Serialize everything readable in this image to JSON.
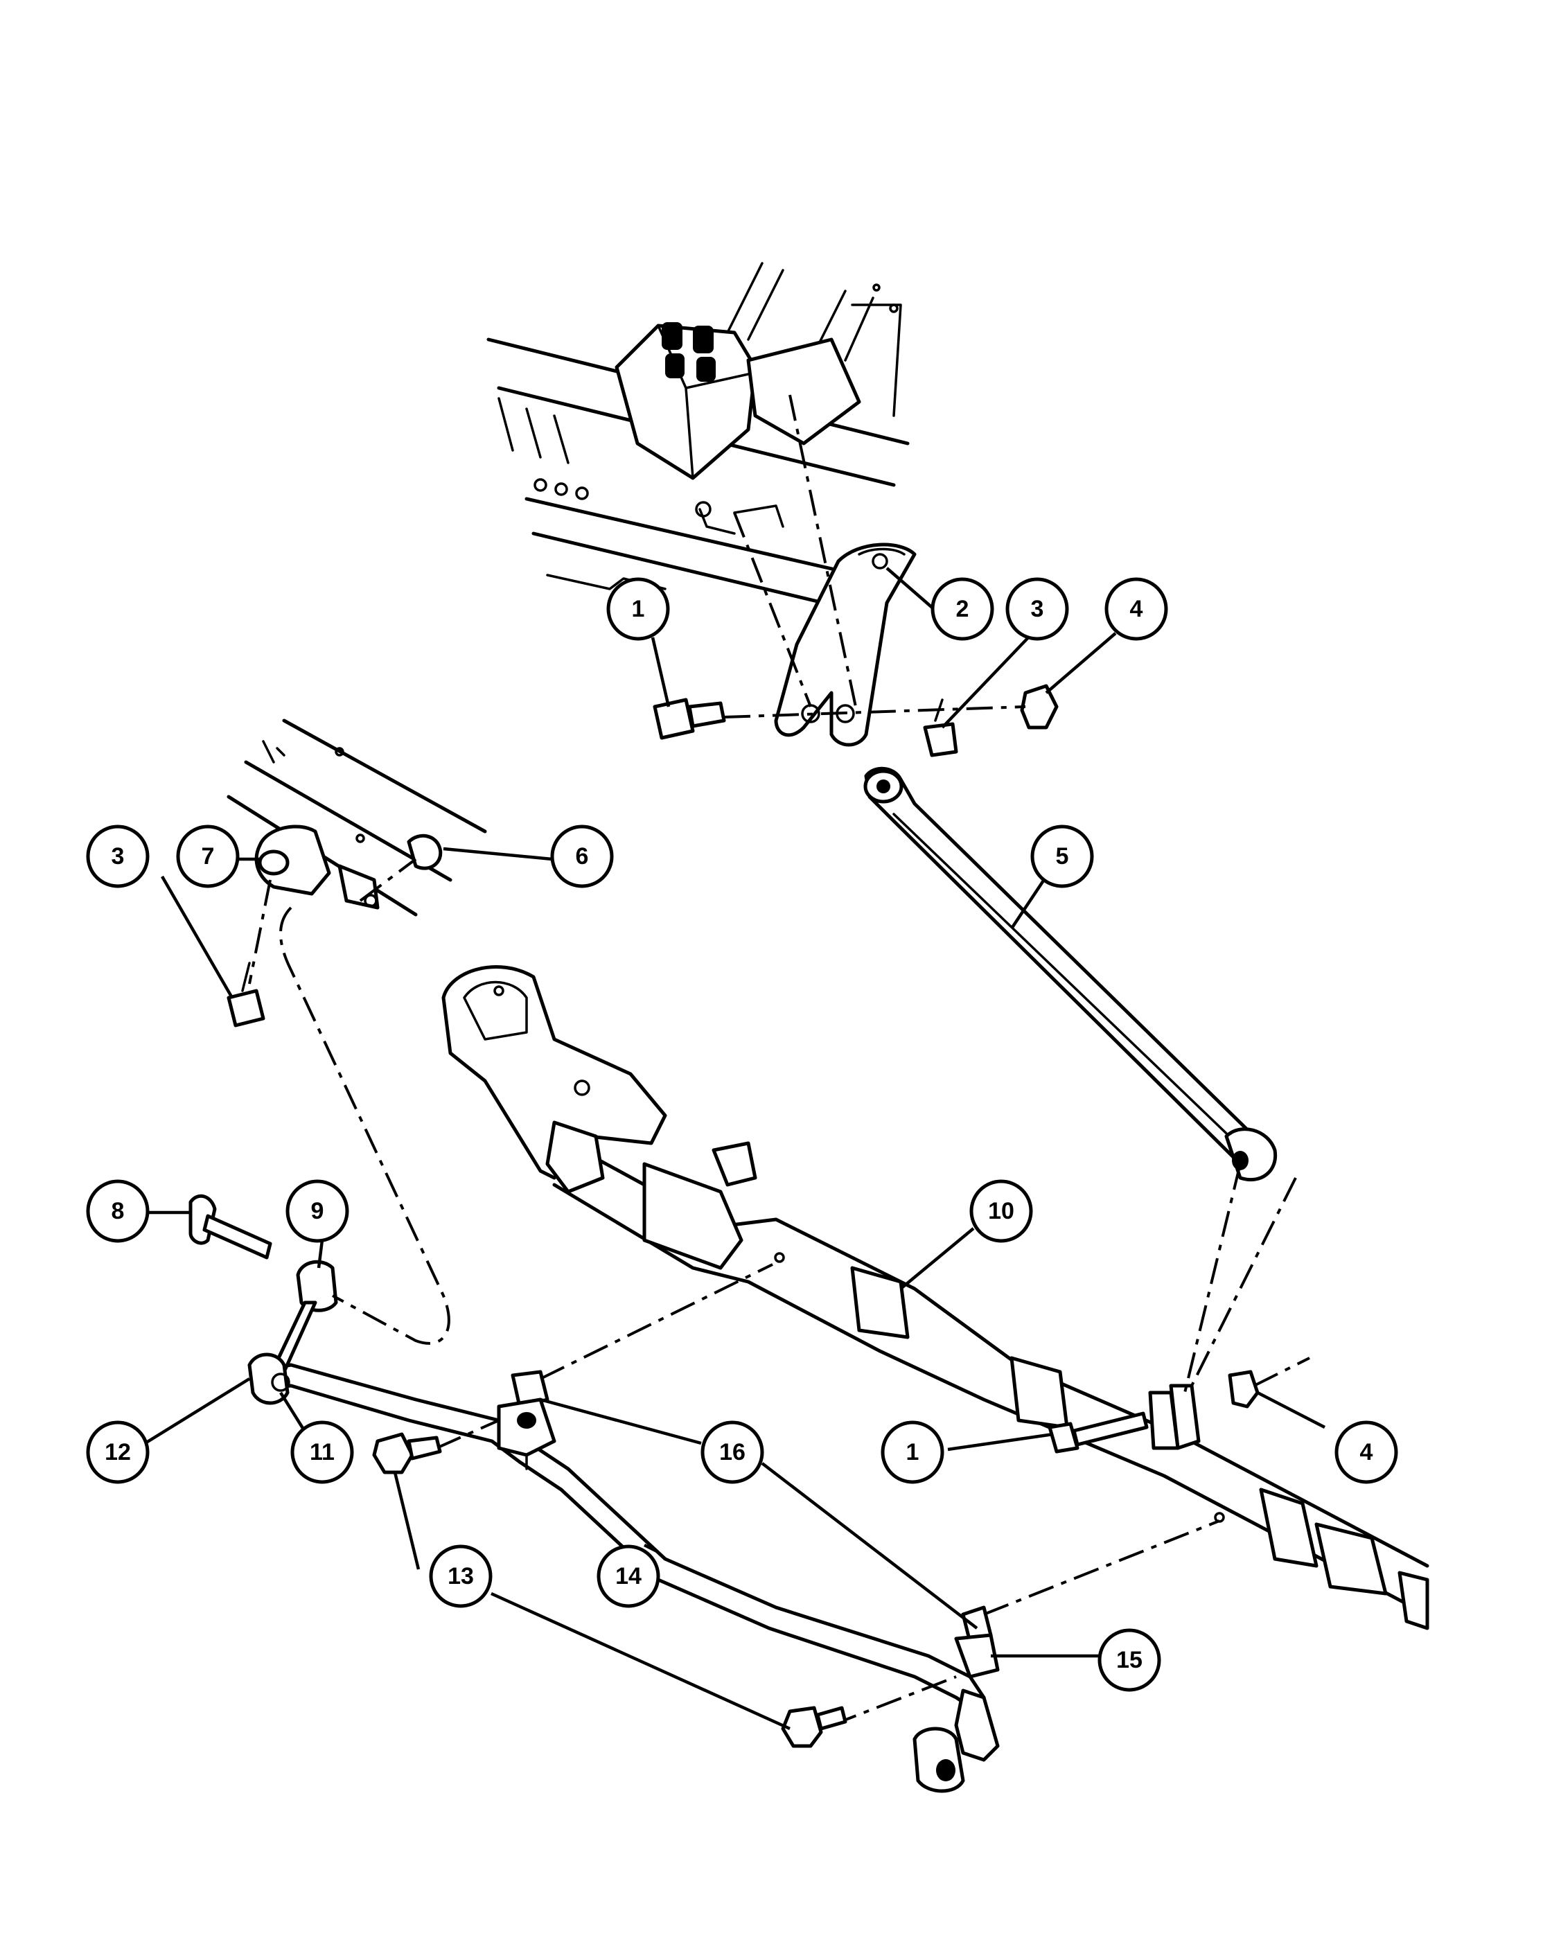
{
  "callouts": [
    {
      "id": "c1a",
      "label": "1"
    },
    {
      "id": "c2",
      "label": "2"
    },
    {
      "id": "c3a",
      "label": "3"
    },
    {
      "id": "c4a",
      "label": "4"
    },
    {
      "id": "c3b",
      "label": "3"
    },
    {
      "id": "c7",
      "label": "7"
    },
    {
      "id": "c6",
      "label": "6"
    },
    {
      "id": "c5",
      "label": "5"
    },
    {
      "id": "c8",
      "label": "8"
    },
    {
      "id": "c9",
      "label": "9"
    },
    {
      "id": "c10",
      "label": "10"
    },
    {
      "id": "c12",
      "label": "12"
    },
    {
      "id": "c11",
      "label": "11"
    },
    {
      "id": "c16",
      "label": "16"
    },
    {
      "id": "c1b",
      "label": "1"
    },
    {
      "id": "c4b",
      "label": "4"
    },
    {
      "id": "c13",
      "label": "13"
    },
    {
      "id": "c14",
      "label": "14"
    },
    {
      "id": "c15",
      "label": "15"
    }
  ]
}
